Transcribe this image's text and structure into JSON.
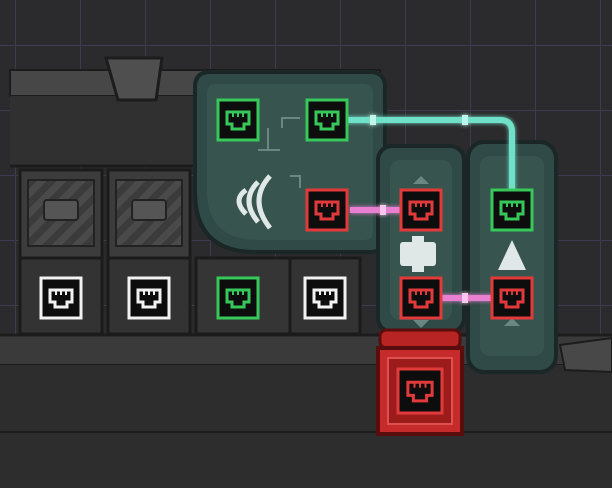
{
  "scene": {
    "description_tag": "automation-circuit",
    "colors": {
      "background": "#2b2b2d",
      "grid": "#3d3a52",
      "wall": "#3a3a3a",
      "machine_body": "#2f4a47",
      "machine_border": "#1a2726",
      "wire_green": "#6fe0c8",
      "wire_red": "#e87fd0",
      "port_green": "#36c95a",
      "port_red": "#e23a3a",
      "port_white": "#f2f2f2"
    }
  },
  "ports": [
    {
      "id": "sensor-input",
      "state": "green",
      "icon": "network-port-icon"
    },
    {
      "id": "sensor-output",
      "state": "green",
      "icon": "network-port-icon"
    },
    {
      "id": "gate-a-input",
      "state": "red",
      "icon": "network-port-icon"
    },
    {
      "id": "gate-a-output",
      "state": "red",
      "icon": "network-port-icon"
    },
    {
      "id": "gate-b-input",
      "state": "green",
      "icon": "network-port-icon"
    },
    {
      "id": "gate-b-output",
      "state": "red",
      "icon": "network-port-icon"
    },
    {
      "id": "bottom-green",
      "state": "green",
      "icon": "network-port-icon"
    },
    {
      "id": "bottom-red-block",
      "state": "red",
      "icon": "network-port-icon"
    },
    {
      "id": "locker-1",
      "state": "white",
      "icon": "network-port-icon"
    },
    {
      "id": "locker-2",
      "state": "white",
      "icon": "network-port-icon"
    },
    {
      "id": "locker-3",
      "state": "white",
      "icon": "network-port-icon"
    }
  ]
}
